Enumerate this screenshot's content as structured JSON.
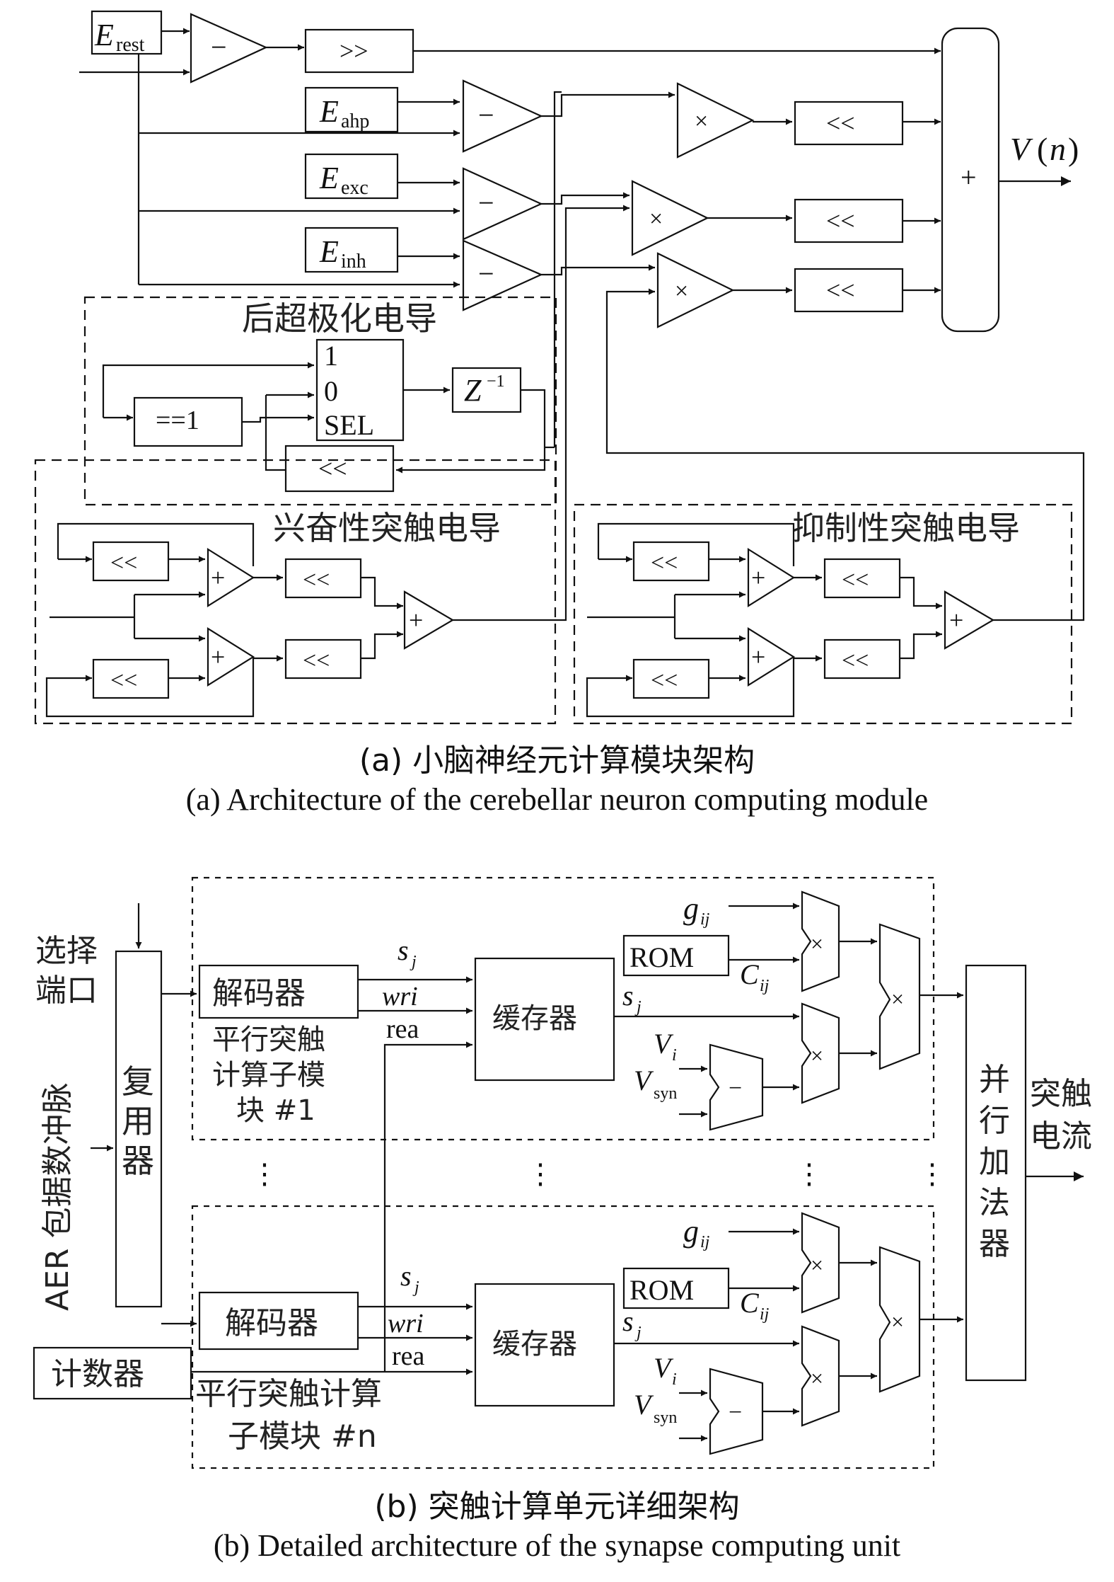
{
  "part_a": {
    "inputs": {
      "e_rest": {
        "base": "E",
        "sub": "rest"
      },
      "e_ahp": {
        "base": "E",
        "sub": "ahp"
      },
      "e_exc": {
        "base": "E",
        "sub": "exc"
      },
      "e_inh": {
        "base": "E",
        "sub": "inh"
      }
    },
    "ops": {
      "minus": "−",
      "times": "×",
      "plus": "+",
      "shift_right": ">>",
      "shift_left": "<<",
      "eq1": "==1",
      "mux1": "1",
      "mux0": "0",
      "sel": "SEL",
      "delay_base": "Z",
      "delay_sup": "−1"
    },
    "output": {
      "base": "V",
      "paren_open": "(",
      "var": "n",
      "paren_close": ")"
    },
    "regions": {
      "ahp": "后超极化电导",
      "exc": "兴奋性突触电导",
      "inh": "抑制性突触电导"
    },
    "caption_cn": "(a) 小脑神经元计算模块架构",
    "caption_en": "(a) Architecture of the cerebellar neuron computing module"
  },
  "part_b": {
    "select_port": [
      "选择",
      "端口"
    ],
    "aer_input": "AER 包据数冲脉",
    "mux": [
      "复",
      "用",
      "器"
    ],
    "counter": "计数器",
    "decoder": "解码器",
    "buffer": "缓存器",
    "rom": "ROM",
    "signals": {
      "s": "s",
      "j": "j",
      "wri": "wri",
      "rea": "rea",
      "g": "g",
      "ij": "ij",
      "C": "C",
      "V": "V",
      "i": "i",
      "syn": "syn"
    },
    "ops": {
      "times": "×",
      "minus": "−"
    },
    "sub1_label": [
      "平行突触",
      "计算子模",
      "块 #1"
    ],
    "subn_label": [
      "平行突触计算",
      "子模块 #n"
    ],
    "ellipsis": "⋮",
    "adder": [
      "并",
      "行",
      "加",
      "法",
      "器"
    ],
    "output": [
      "突触",
      "电流"
    ],
    "caption_cn": "(b) 突触计算单元详细架构",
    "caption_en": "(b) Detailed architecture of the synapse computing unit"
  }
}
